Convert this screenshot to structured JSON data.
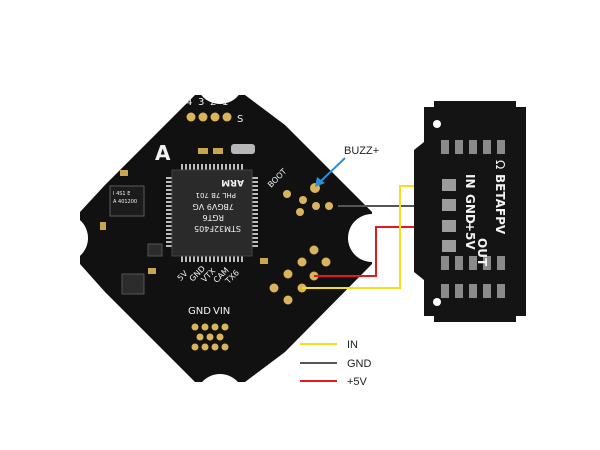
{
  "fc_board": {
    "motor_pads": [
      "4",
      "3",
      "2",
      "1",
      "S"
    ],
    "chip_line1": "STM32F405",
    "chip_line2": "RGT6",
    "chip_line3": "7BGV9 VG",
    "chip_line4": "PHL 7B 701",
    "chip_brand": "ARM",
    "small_chip_line1": "I 4S1 E",
    "small_chip_line2": "A 401200",
    "logo": "A",
    "boot_label": "BOOT",
    "pin_labels": [
      "TX6",
      "CAM",
      "VTX",
      "GND",
      "5V"
    ],
    "power_labels": [
      "GND",
      "VIN"
    ]
  },
  "buzz_label": "BUZZ+",
  "module": {
    "labels": [
      "IN",
      "GND",
      "+5V",
      "OUT"
    ],
    "brand": "BETAFPV",
    "brand_symbol": "Ω"
  },
  "legend": [
    {
      "label": "IN",
      "color": "#f5e016"
    },
    {
      "label": "GND",
      "color": "#6e6e6e"
    },
    {
      "label": "+5V",
      "color": "#e01b1b"
    }
  ],
  "colors": {
    "board": "#111111",
    "wire_in": "#f5e016",
    "wire_gnd": "#555555",
    "wire_5v": "#e01b1b",
    "arrow": "#2b8fd6"
  }
}
